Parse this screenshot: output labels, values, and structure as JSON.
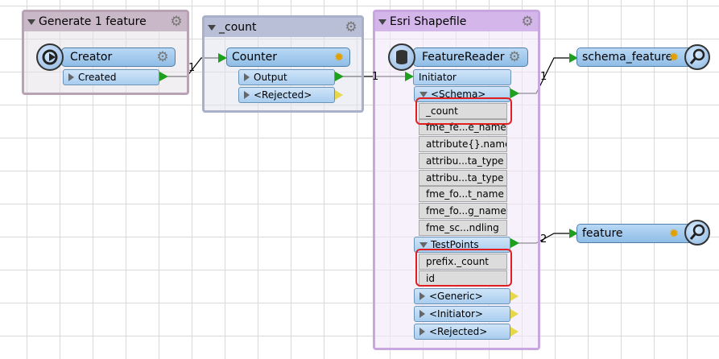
{
  "bookmarks": {
    "generate": {
      "title": "Generate 1 feature"
    },
    "count": {
      "title": "_count"
    },
    "shapefile": {
      "title": "Esri Shapefile"
    }
  },
  "creator": {
    "name": "Creator",
    "port_created": "Created"
  },
  "counter": {
    "name": "Counter",
    "port_output": "Output",
    "port_rejected": "<Rejected>"
  },
  "featurereader": {
    "name": "FeatureReader",
    "port_initiator": "Initiator",
    "schema_port": "<Schema>",
    "schema_attrs": [
      "_count",
      "fme_fe...e_name",
      "attribute{}.name",
      "attribu...ta_type",
      "attribu...ta_type",
      "fme_fo...t_name",
      "fme_fo...g_name",
      "fme_sc...ndling"
    ],
    "testpoints_port": "TestPoints",
    "testpoints_attrs": [
      "prefix._count",
      "id"
    ],
    "port_generic": "<Generic>",
    "port_initiator_out": "<Initiator>",
    "port_rejected": "<Rejected>"
  },
  "inspectors": {
    "schema_feature": "schema_feature",
    "feature": "feature"
  },
  "connections": {
    "creator_to_counter": "1",
    "counter_to_reader": "1",
    "schema_to_inspector": "1",
    "testpoints_to_inspector": "2"
  },
  "colors": {
    "generate_bookmark": "#b8a3b5",
    "count_bookmark": "#aab0c9",
    "shapefile_bookmark": "#c8a6e0",
    "highlight": "#e02020"
  }
}
